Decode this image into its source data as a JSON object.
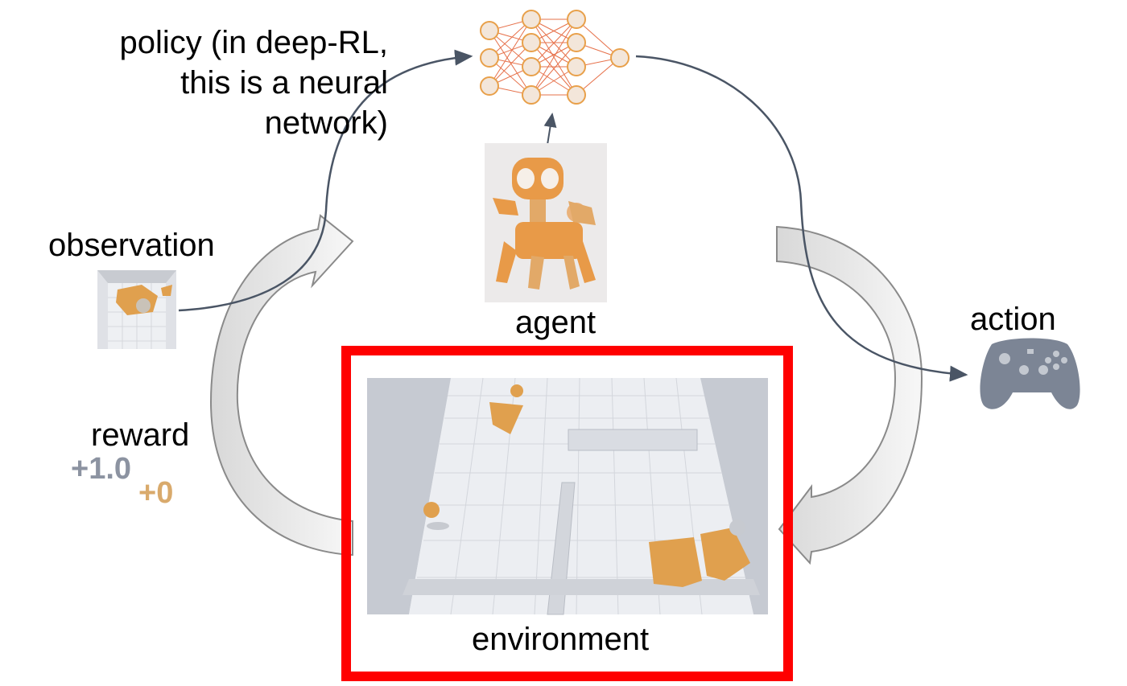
{
  "labels": {
    "policy_lines": [
      "policy (in deep-RL,",
      "this is a neural",
      "network)"
    ],
    "observation": "observation",
    "agent": "agent",
    "action": "action",
    "reward": "reward",
    "environment": "environment"
  },
  "reward_values": {
    "positive": "+1.0",
    "zero": "+0"
  },
  "icons": [
    "neural-network-icon",
    "robot-agent-icon",
    "gamepad-icon",
    "observation-thumbnail",
    "environment-scene"
  ],
  "colors": {
    "accent_orange": "#e8a04a",
    "network_line": "#e2582b",
    "curve": "#4a5565",
    "big_arrow_fill": "#efefef",
    "big_arrow_stroke": "#8a8a8a",
    "highlight_box": "#ff0000",
    "reward_positive": "#8c93a1",
    "reward_zero": "#d9aa6c",
    "controller": "#7c8595"
  }
}
